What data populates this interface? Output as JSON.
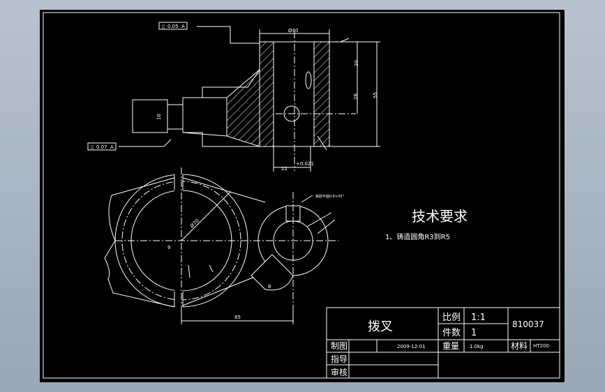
{
  "drawing": {
    "tech_requirements_title": "技术要求",
    "tech_requirements_item": "1、铸造圆角R3到R5"
  },
  "title_block": {
    "part_name": "拨叉",
    "scale_label": "比例",
    "scale_value": "1:1",
    "count_label": "件数",
    "count_value": "1",
    "drawing_number": "810037",
    "drawn_by_label": "制图",
    "date": "2009-12-01",
    "weight_label": "重量",
    "weight_value": "1.0kg",
    "material_label": "材料",
    "material_value": "HT200",
    "guide_label": "指导",
    "review_label": "审核"
  },
  "dimensions": {
    "tol_top": "0.05",
    "tol_top_ref": "A",
    "tol_left": "0.07",
    "tol_left_ref": "A",
    "dia_top": "Ø40",
    "h_30": "30",
    "h_28": "28",
    "h_55": "55",
    "bore": "Ø22",
    "tol_bottom": "+0.021",
    "dim_22": "22",
    "dim_16": "16",
    "dim_9": "9",
    "dim_85": "85",
    "r_70": "Ø70",
    "dim_8": "8",
    "keyway_note": "铣削平面0.8×45°"
  }
}
